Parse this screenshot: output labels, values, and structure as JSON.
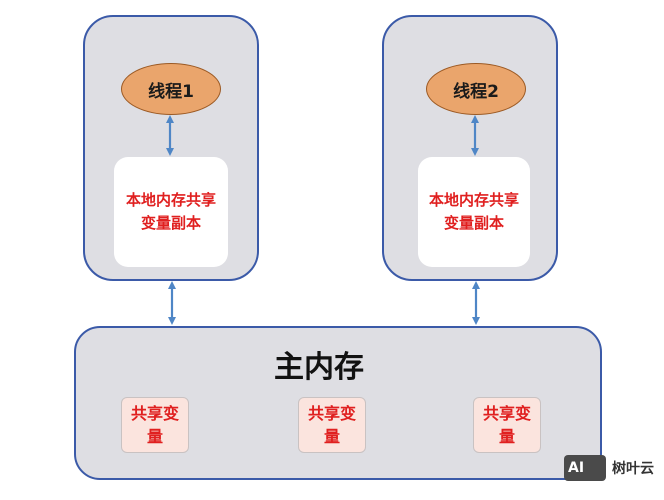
{
  "threads": [
    {
      "label": "线程1",
      "local_copy": "本地内存共享变量副本"
    },
    {
      "label": "线程2",
      "local_copy": "本地内存共享变量副本"
    }
  ],
  "main_memory": {
    "title": "主内存",
    "shared_vars": [
      "共享变量",
      "共享变量",
      "共享变量"
    ]
  },
  "watermark": {
    "logo": "AI",
    "text": "树叶云"
  },
  "colors": {
    "panel_fill": "#dedee3",
    "panel_border": "#3b5aa8",
    "thread_fill": "#eaa56c",
    "text_red": "#e02020",
    "shared_fill": "#fbe4de",
    "arrow": "#4f86c6"
  }
}
